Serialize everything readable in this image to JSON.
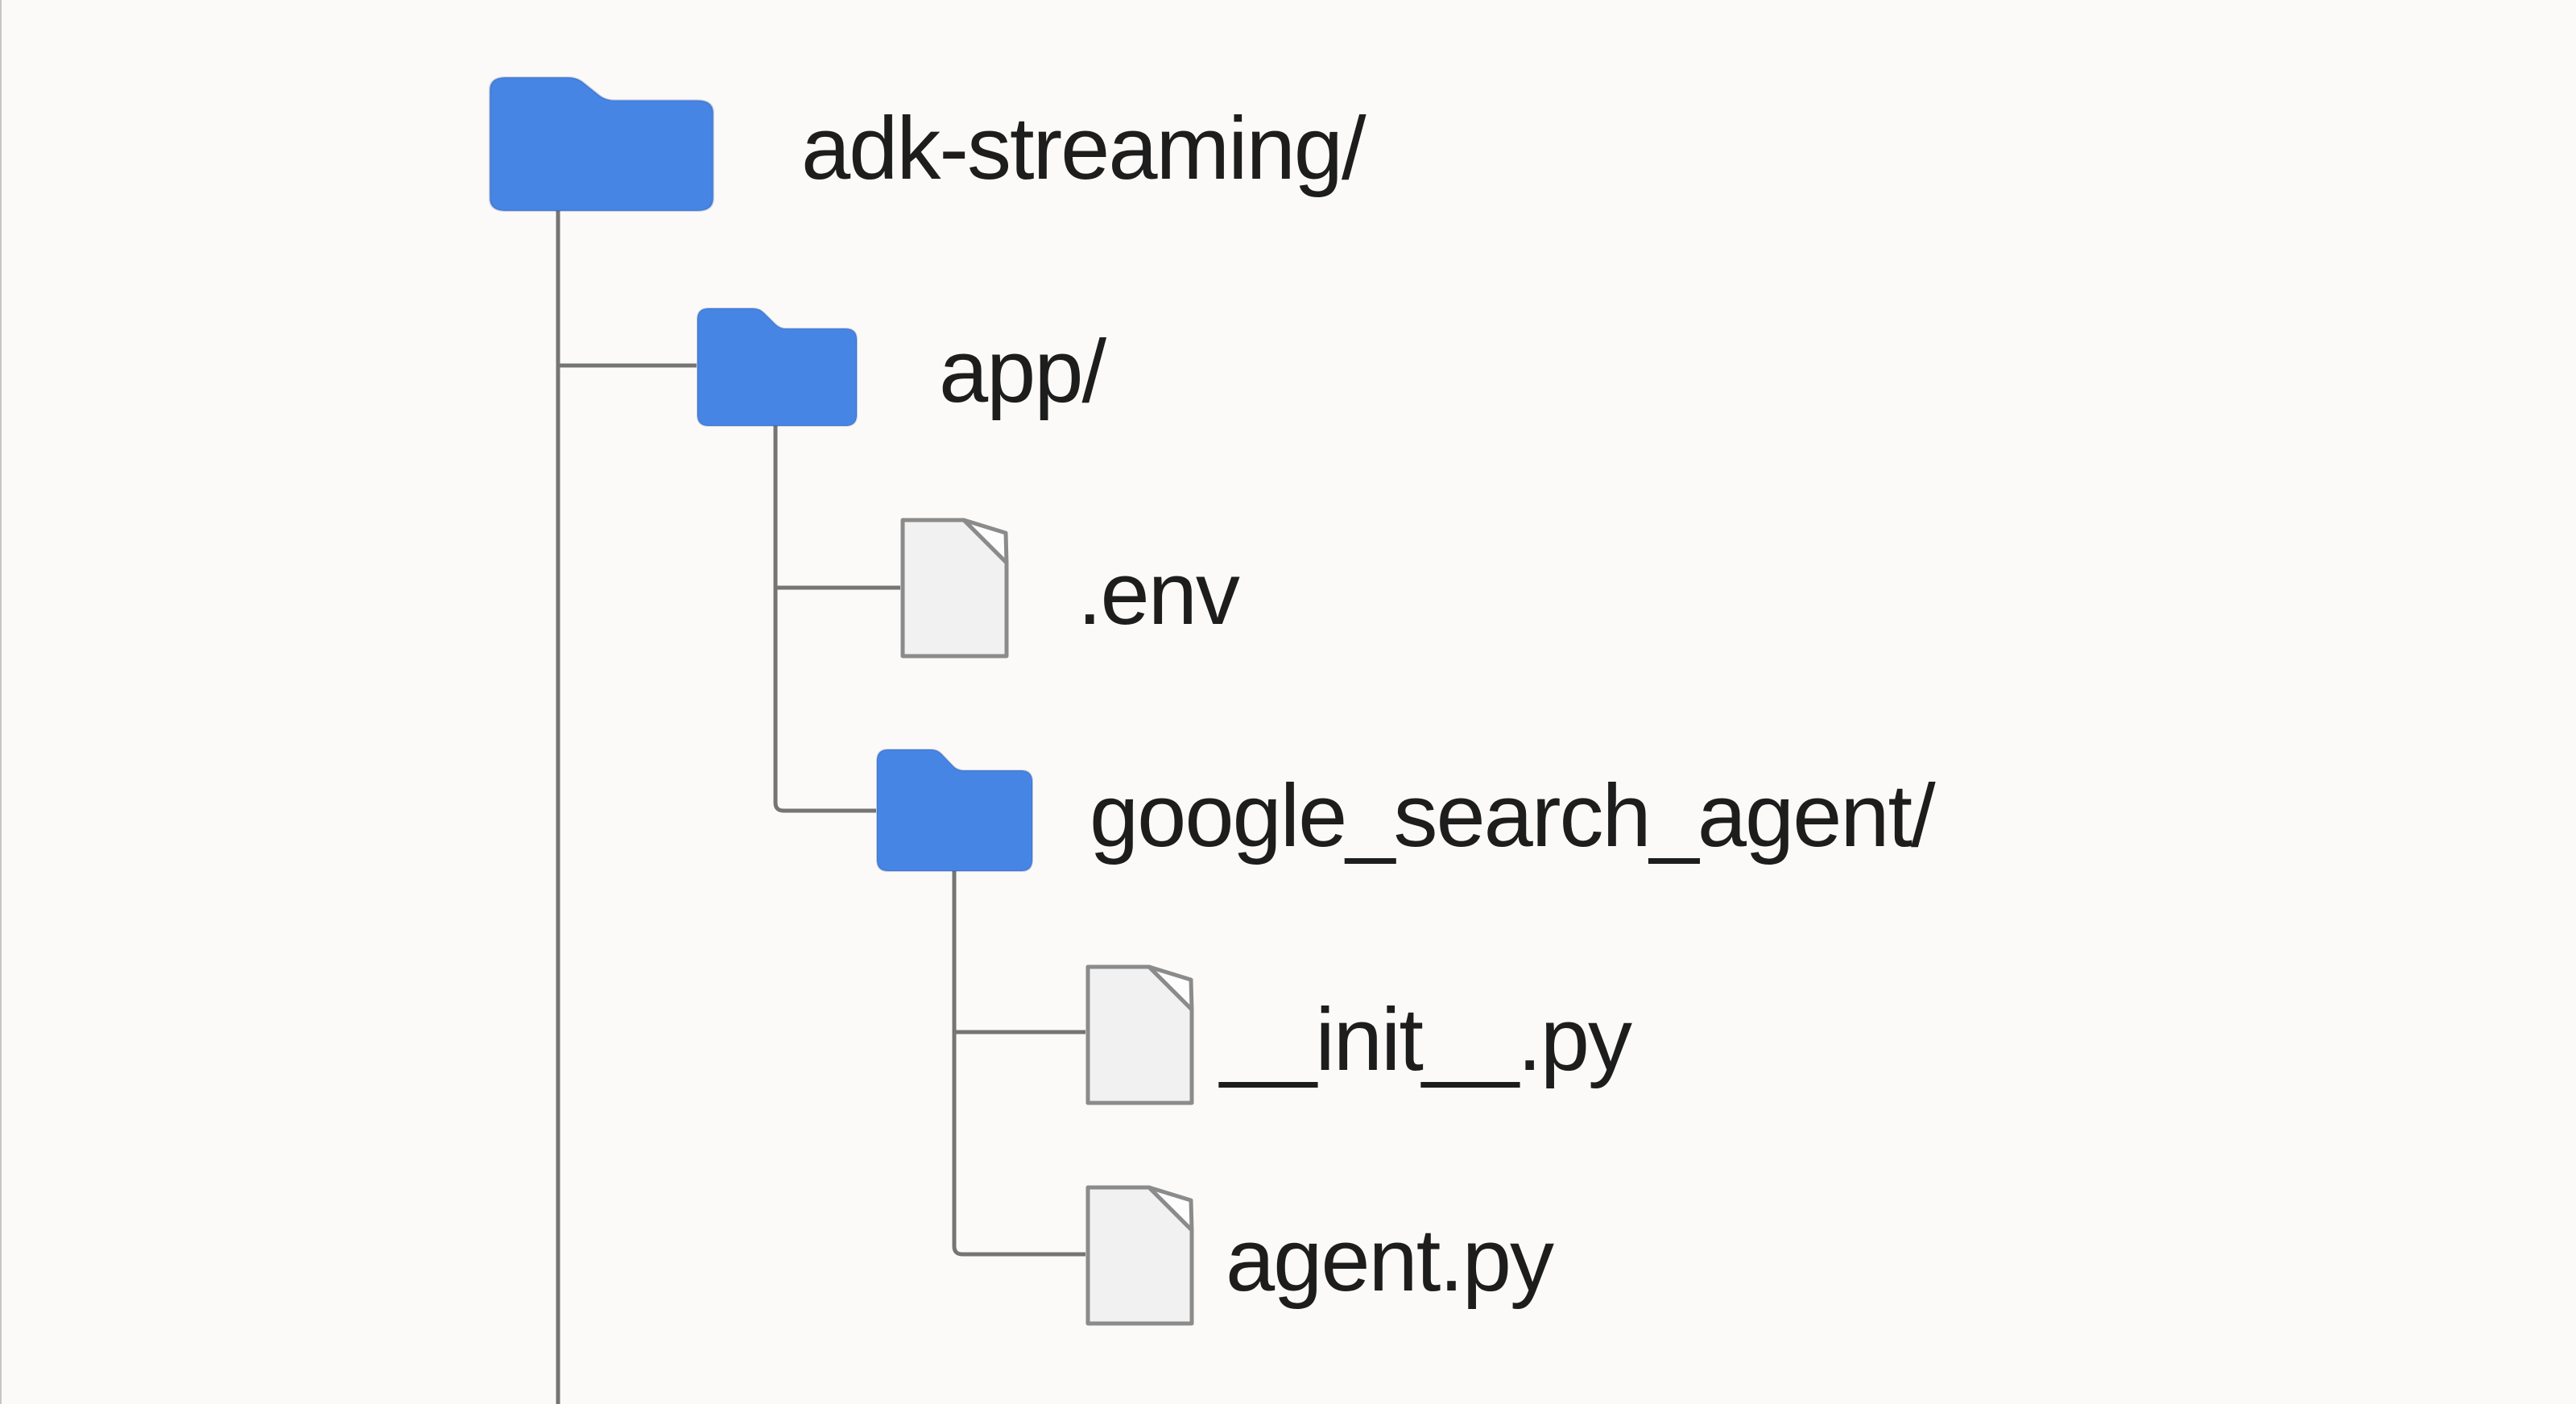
{
  "diagram": {
    "kind": "file-tree",
    "root_label": "adk-streaming/"
  },
  "colors": {
    "background": "#fbfaf8",
    "folder_blue": "#4785e4",
    "line_gray": "#757575",
    "file_fill": "#f1f1f2",
    "file_border": "#8b8b8b",
    "text": "#1d1d1d"
  },
  "tree": {
    "nodes": [
      {
        "id": "adk-streaming",
        "label": "adk-streaming/",
        "type": "folder",
        "depth": 0
      },
      {
        "id": "app",
        "label": "app/",
        "type": "folder",
        "depth": 1
      },
      {
        "id": "env",
        "label": ".env",
        "type": "file",
        "depth": 2
      },
      {
        "id": "google_search_agent",
        "label": "google_search_agent/",
        "type": "folder",
        "depth": 2
      },
      {
        "id": "init_py",
        "label": "__init__.py",
        "type": "file",
        "depth": 3
      },
      {
        "id": "agent_py",
        "label": "agent.py",
        "type": "file",
        "depth": 3
      }
    ]
  }
}
